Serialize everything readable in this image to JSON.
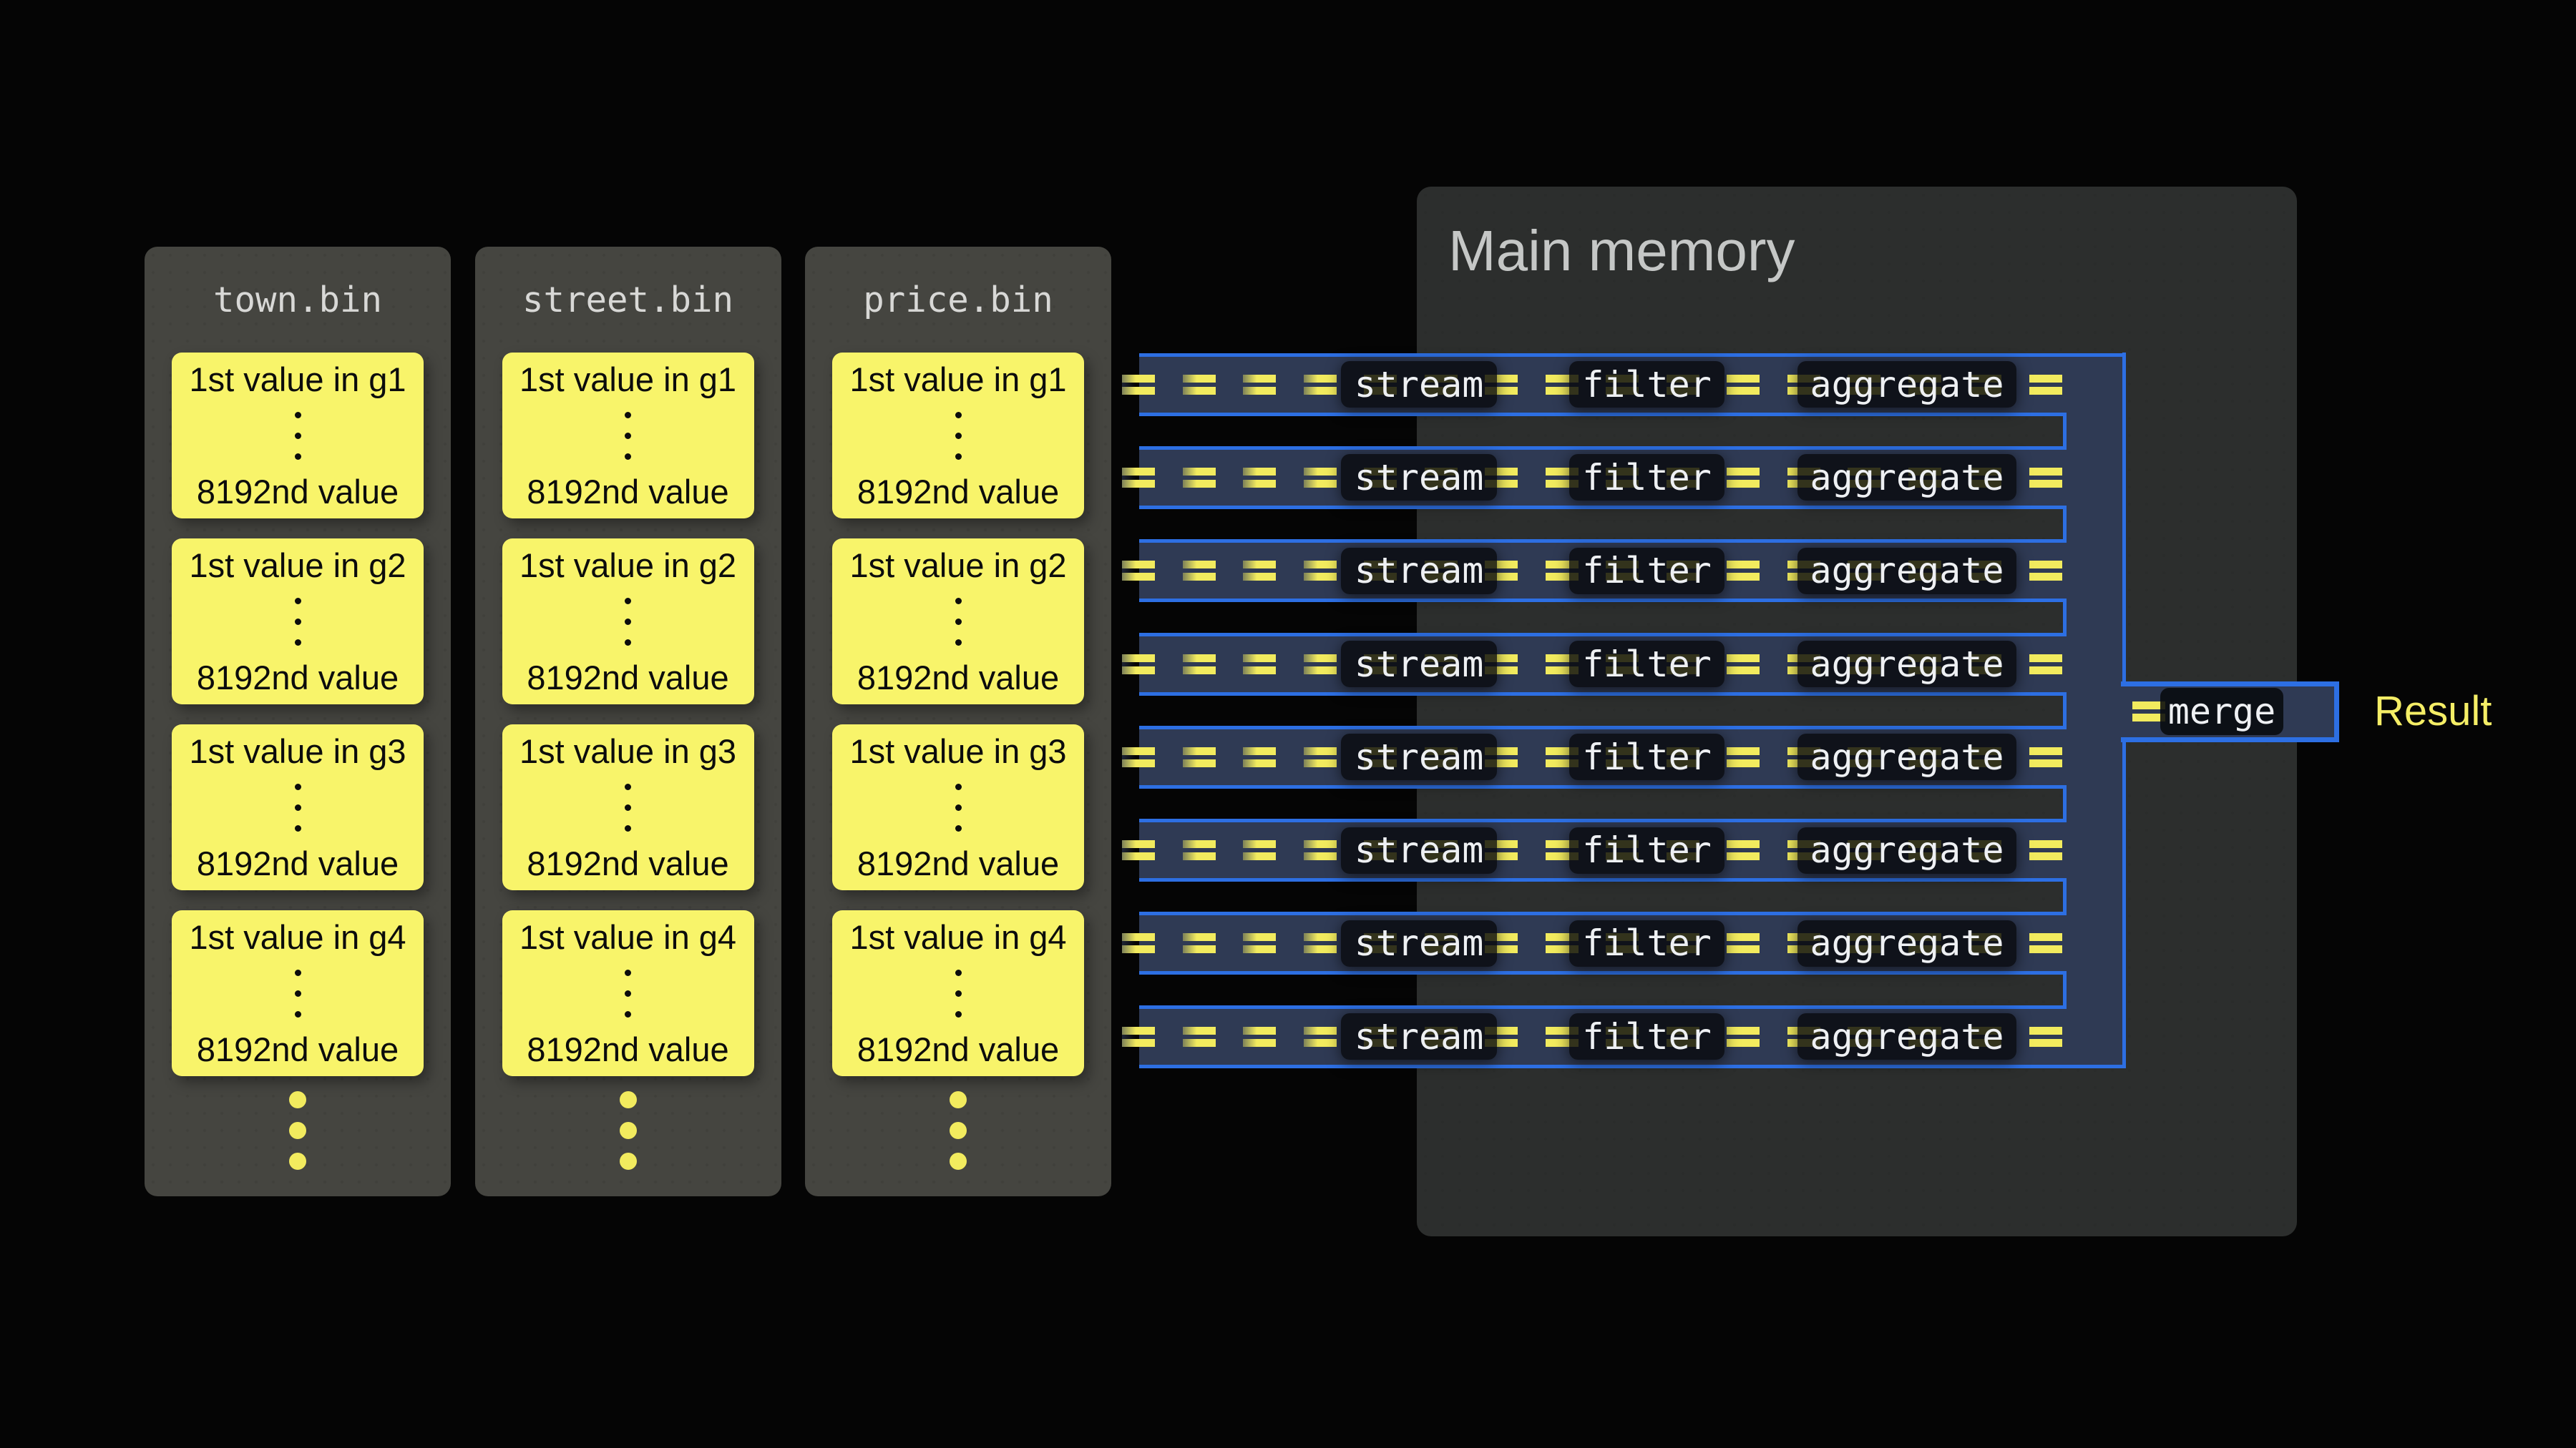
{
  "background": "#050505",
  "colors": {
    "accent_blue": "#2d6fe3",
    "band_fill": "#2f3a54",
    "chunk_yellow": "#f2eb5e",
    "block_yellow": "#f8f46a",
    "file_panel_gray": "#454540",
    "memory_panel_gray": "#2c2e2d"
  },
  "files": [
    {
      "title": "town.bin"
    },
    {
      "title": "street.bin"
    },
    {
      "title": "price.bin"
    }
  ],
  "blocks": [
    {
      "first": "1st value in g1",
      "last": "8192nd value"
    },
    {
      "first": "1st value in g2",
      "last": "8192nd value"
    },
    {
      "first": "1st value in g3",
      "last": "8192nd value"
    },
    {
      "first": "1st value in g4",
      "last": "8192nd value"
    }
  ],
  "memory": {
    "title": "Main memory"
  },
  "pipeline": {
    "row_count": 8,
    "stage_labels": [
      "stream",
      "filter",
      "aggregate"
    ],
    "merge_label": "merge",
    "result_label": "Result"
  }
}
